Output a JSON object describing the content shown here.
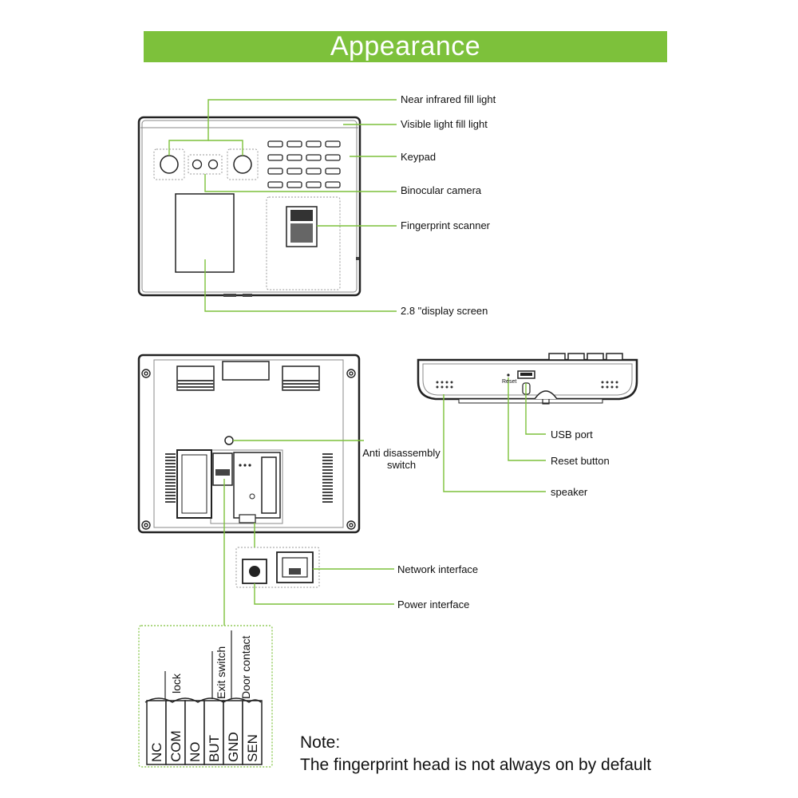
{
  "title": "Appearance",
  "front_labels": {
    "near_infrared": "Near infrared fill light",
    "visible_light": "Visible light fill light",
    "keypad": "Keypad",
    "binocular_camera": "Binocular camera",
    "fingerprint_scanner": "Fingerprint scanner",
    "display_screen": "2.8 \"display screen"
  },
  "back_labels": {
    "anti_disassembly": "Anti disassembly switch",
    "network_interface": "Network interface",
    "power_interface": "Power interface"
  },
  "side_labels": {
    "reset_print": "Reset",
    "usb_port": "USB port",
    "reset_button": "Reset button",
    "speaker": "speaker"
  },
  "terminals": {
    "pins": [
      "NC",
      "COM",
      "NO",
      "BUT",
      "GND",
      "SEN"
    ],
    "groups": [
      "lock",
      "Exit switch",
      "Door contact"
    ]
  },
  "note": {
    "heading": "Note:",
    "text": "The fingerprint head is not always on by default"
  },
  "colors": {
    "banner": "#7dc13b",
    "leader": "#7dc13b"
  }
}
